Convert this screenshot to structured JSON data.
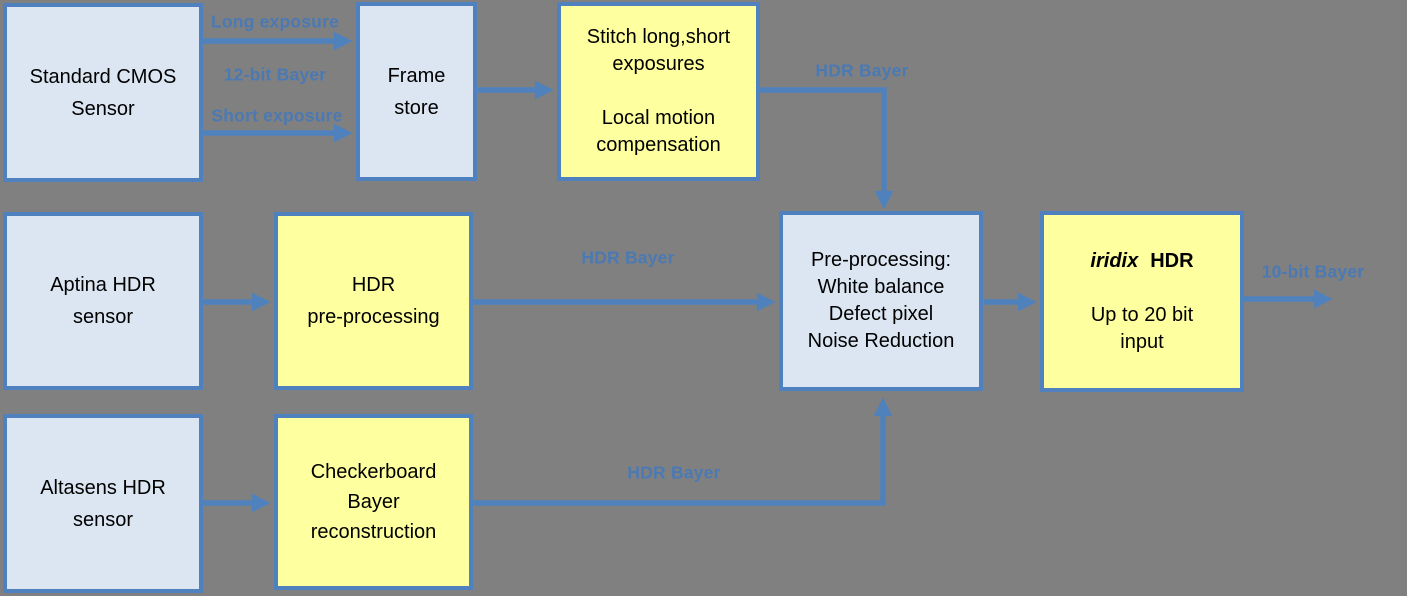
{
  "colors": {
    "background": "#808080",
    "box_border": "#4e81bd",
    "sensor_fill": "#dbe6f2",
    "process_fill": "#feff9e",
    "arrow": "#4f81bd",
    "signal_label_text": "#4b79b3",
    "box_text": "#000000"
  },
  "boxes": {
    "standard_cmos": {
      "text": "Standard CMOS\nSensor"
    },
    "frame_store": {
      "text": "Frame\nstore"
    },
    "stitch": {
      "text": "Stitch long,short\nexposures\n\nLocal motion\ncompensation"
    },
    "aptina": {
      "text": "Aptina HDR\nsensor"
    },
    "hdr_preprocessing": {
      "text": "HDR\npre-processing"
    },
    "pre_processing": {
      "text": "Pre-processing:\nWhite balance\nDefect pixel\nNoise Reduction"
    },
    "iridix": {
      "brand": "iridix",
      "title": "HDR",
      "detail": "Up to 20 bit\ninput"
    },
    "altasens": {
      "text": "Altasens HDR\nsensor"
    },
    "checkerboard": {
      "text": "Checkerboard\nBayer\nreconstruction"
    }
  },
  "signal_labels": {
    "long_exposure": "Long exposure",
    "twelve_bit_bayer": "12-bit Bayer",
    "short_exposure": "Short exposure",
    "hdr_bayer_top": "HDR Bayer",
    "hdr_bayer_mid": "HDR Bayer",
    "hdr_bayer_bottom": "HDR Bayer",
    "ten_bit_bayer": "10-bit Bayer"
  }
}
